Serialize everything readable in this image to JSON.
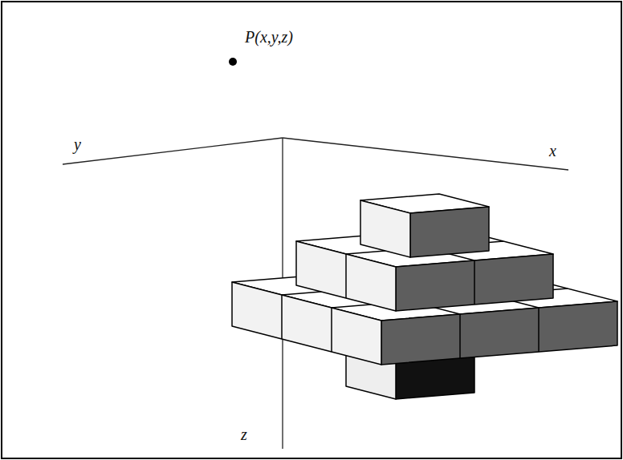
{
  "diagram": {
    "labels": [
      "P(x,y,z)",
      "y",
      "x",
      "z"
    ]
  }
}
